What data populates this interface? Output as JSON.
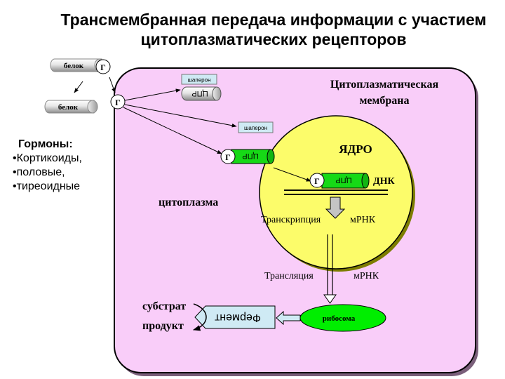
{
  "title": {
    "line1": "Трансмембранная передача информации с участием",
    "line2": "цитоплазматических рецепторов"
  },
  "labels": {
    "membrane_line1": "Цитоплазматическая",
    "membrane_line2": "мембрана",
    "nucleus": "ЯДРО",
    "dna": "ДНК",
    "cytoplasm": "цитоплазма",
    "transcription": "Транскрипция",
    "mrna_1": "мРНК",
    "translation": "Трансляция",
    "mrna_2": "мРНК",
    "ribosome": "рибосома",
    "enzyme": "Фермент",
    "substrate": "субстрат",
    "product": "продукт"
  },
  "proteins": {
    "protein_1": "белок",
    "protein_2": "белок",
    "chaperone_1": "шаперон",
    "chaperone_2": "шаперон",
    "receptor_1": "ЦПР",
    "receptor_2": "ЦПР",
    "receptor_3": "ЦПР"
  },
  "hormone_symbol": {
    "g1": "Г",
    "g2": "Г",
    "g3": "Г",
    "g4": "Г"
  },
  "hormones": {
    "heading": "Гормоны:",
    "items": [
      "Кортикоиды,",
      "половые,",
      "тиреоидные"
    ]
  },
  "colors": {
    "cell_fill": "#f9cdf9",
    "nucleus_fill": "#fcfc6a",
    "receptor_green": "#16d916",
    "ribosome_green": "#00ee00",
    "chaperone_fill": "#cfeaf4",
    "arrow_gray": "#c4c4c4"
  }
}
